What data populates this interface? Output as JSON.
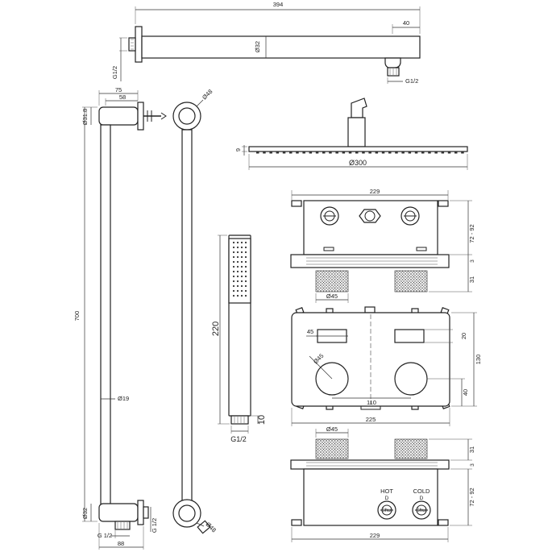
{
  "shower_arm": {
    "length": "394",
    "depth": "40",
    "diameter": "Ø32",
    "thread_wall": "G1/2",
    "thread_outlet": "G1/2"
  },
  "riser_rail": {
    "height": "700",
    "bracket_width": "75",
    "bracket_depth": "58",
    "top_diameter": "Ø31.8",
    "bar_diameter": "Ø19",
    "bottom_diameter": "Ø32",
    "base_width": "88",
    "thread_bottom": "G 1/2",
    "thread_side": "G 1/2",
    "ring_top": "Ø48",
    "ring_bottom": "Ø48"
  },
  "hand_shower": {
    "length": "220",
    "connector": "10",
    "thread": "G1/2"
  },
  "rain_head": {
    "thickness": "9",
    "diameter": "Ø300"
  },
  "valve_top": {
    "width": "229",
    "depth_range": "72 - 92",
    "trim": "3",
    "knob_height": "31",
    "knob_diameter": "Ø45"
  },
  "valve_front": {
    "plate_width": "225",
    "plate_height": "130",
    "handle_spacing": "110",
    "handle_diameter": "Ø45",
    "button_width": "45",
    "button_height": "20",
    "handle_offset": "40"
  },
  "valve_bottom": {
    "knob_diameter": "Ø45",
    "knob_height": "31",
    "trim": "3",
    "depth_range": "72 - 92",
    "width": "229",
    "hot_label": "HOT",
    "cold_label": "COLD",
    "hot_marker": "D",
    "cold_marker": "D",
    "hot_port": "Shut",
    "cold_port": "Shut"
  }
}
